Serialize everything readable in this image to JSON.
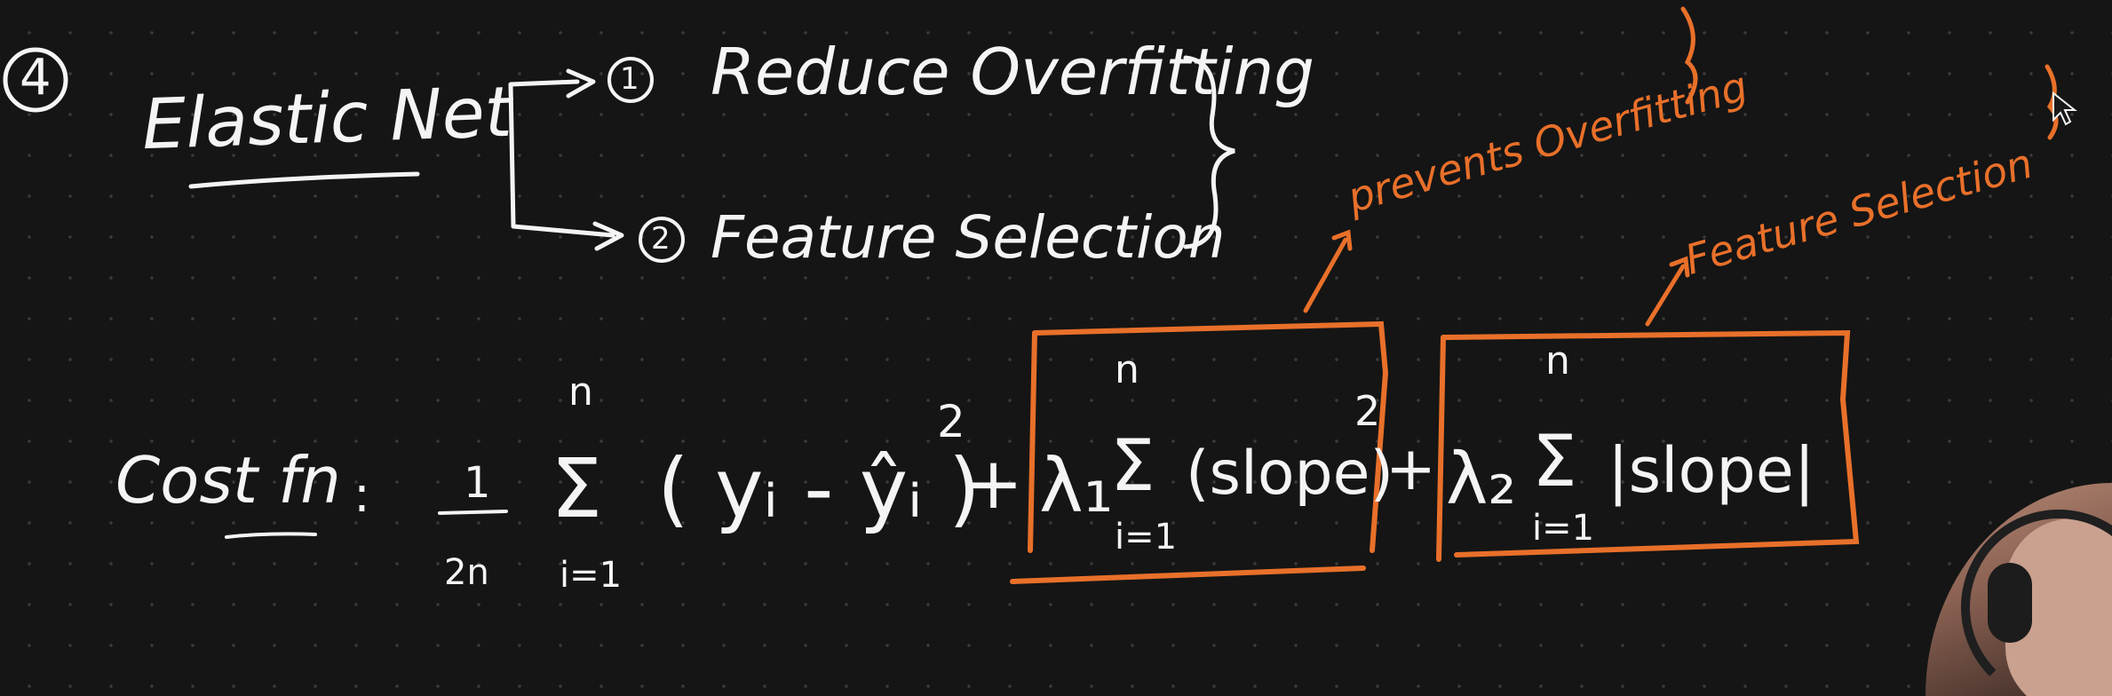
{
  "title": {
    "number": "4",
    "name": "Elastic Net"
  },
  "benefits": [
    {
      "num": "1",
      "label": "Reduce Overfitting"
    },
    {
      "num": "2",
      "label": "Feature Selection"
    }
  ],
  "annotations": {
    "prevents": "prevents Overfitting",
    "feature": "Feature Selection"
  },
  "formula": {
    "label": "Cost fn",
    "colon": ":",
    "frac_num": "1",
    "frac_den": "2n",
    "sum_upper": "n",
    "sum_lower": "i=1",
    "sum_symbol": "Σ",
    "residual": "( yᵢ - ŷᵢ )",
    "square": "2",
    "plus": "+",
    "lambda1": "λ₁",
    "l2_term": "(slope)",
    "lambda2": "λ₂",
    "l1_term": "|slope|"
  },
  "colors": {
    "ink": "#f4f4f4",
    "accent": "#e8702a",
    "board": "#151515"
  }
}
